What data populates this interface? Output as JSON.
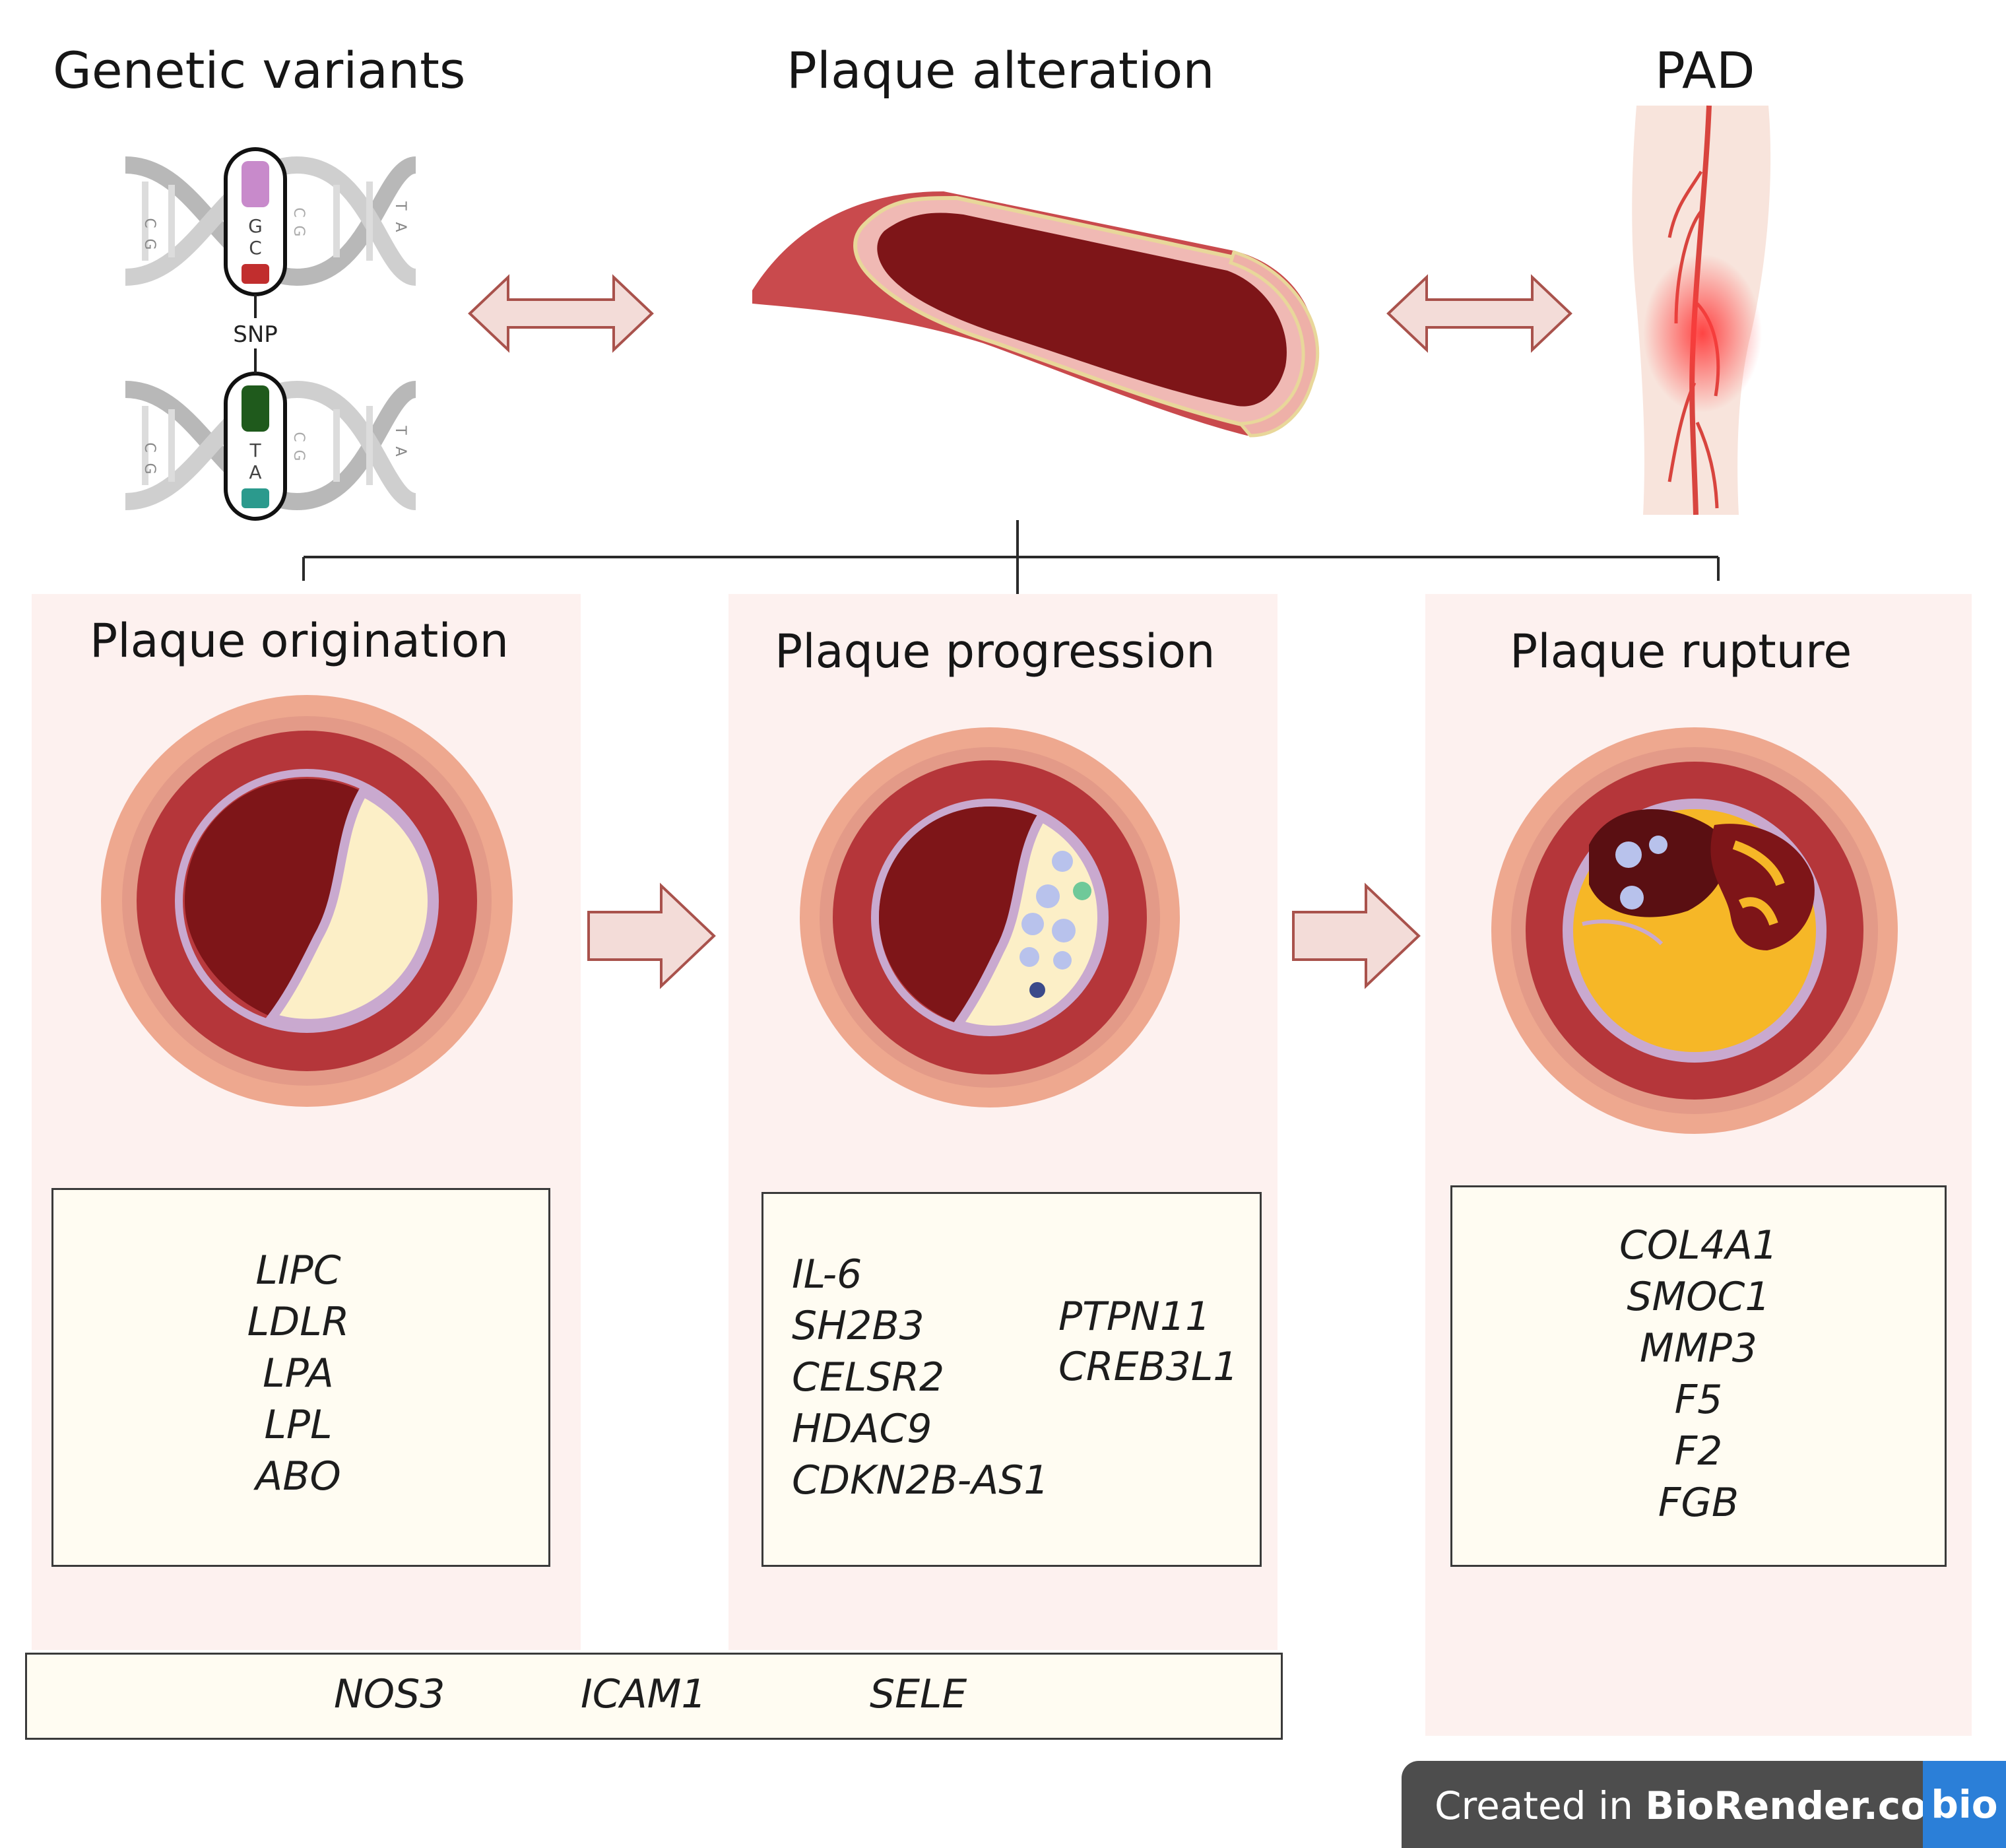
{
  "headers": {
    "genetic_variants": "Genetic variants",
    "plaque_alteration": "Plaque alteration",
    "pad": "PAD"
  },
  "dna": {
    "top_pair": [
      "G",
      "C"
    ],
    "bottom_pair": [
      "T",
      "A"
    ],
    "left_letters": [
      "C",
      "G"
    ],
    "right_letters": [
      "T",
      "A"
    ],
    "mid_letters": [
      "C",
      "G"
    ],
    "snp_label": "SNP"
  },
  "stages": {
    "origination": {
      "title": "Plaque origination",
      "genes": [
        "LIPC",
        "LDLR",
        "LPA",
        "LPL",
        "ABO"
      ]
    },
    "progression": {
      "title": "Plaque progression",
      "genes_left": [
        "IL-6",
        "SH2B3",
        "CELSR2",
        "HDAC9",
        "CDKN2B-AS1"
      ],
      "genes_right": [
        "PTPN11",
        "CREB3L1"
      ]
    },
    "rupture": {
      "title": "Plaque rupture",
      "genes": [
        "COL4A1",
        "SMOC1",
        "MMP3",
        "F5",
        "F2",
        "FGB"
      ]
    }
  },
  "shared_genes": [
    "NOS3",
    "ICAM1",
    "SELE"
  ],
  "badge": {
    "prefix": "Created in ",
    "brand": "BioRender.com",
    "logo": "bio"
  },
  "colors": {
    "panel_bg": "#fdf1ef",
    "gene_box_bg": "#fffcf2",
    "arrow_fill": "#f3dcd8",
    "arrow_stroke": "#a9524c",
    "vessel_wall": "#b5363a",
    "lumen": "#7e1518",
    "lipid": "#fcefc7",
    "necrotic_core": "#f6b727",
    "badge_bg": "#4d4d4d",
    "badge_logo": "#2b7fd8"
  }
}
